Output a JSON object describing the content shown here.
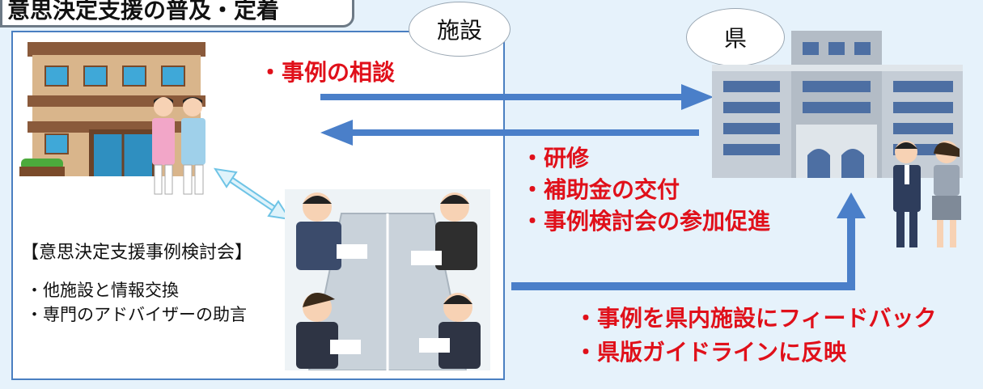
{
  "title": "意思決定支援の普及・定着",
  "labels": {
    "facility": "施設",
    "prefecture": "県"
  },
  "consult": "・事例の相談",
  "support": [
    "・研修",
    "・補助金の交付",
    "・事例検討会の参加促進"
  ],
  "meeting": {
    "title": "【意思決定支援事例検討会】",
    "items": [
      "・他施設と情報交換",
      "・専門のアドバイザーの助言"
    ]
  },
  "feedback": [
    "・事例を県内施設にフィードバック",
    "・県版ガイドラインに反映"
  ],
  "colors": {
    "arrow": "#4a7fc9",
    "red_text": "#e0101a",
    "frame": "#4a7fc1",
    "background": "#e6f2fb"
  },
  "icons": [
    "facility-building-icon",
    "nurses-icon",
    "prefectural-office-icon",
    "officials-icon",
    "meeting-illustration-icon",
    "two-way-arrow-icon"
  ]
}
